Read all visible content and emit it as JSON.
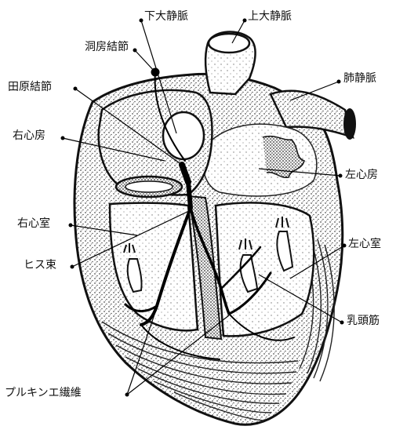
{
  "labels": {
    "inferior_vena_cava": "下大静脈",
    "superior_vena_cava": "上大静脈",
    "sinoatrial_node": "洞房結節",
    "pulmonary_vein": "肺静脈",
    "atrioventricular_node": "田原結節",
    "right_atrium": "右心房",
    "left_atrium": "左心房",
    "right_ventricle": "右心室",
    "left_ventricle": "左心室",
    "bundle_of_his": "ヒス束",
    "papillary_muscle": "乳頭筋",
    "purkinje_fibers": "プルキンエ繊維"
  },
  "colors": {
    "ink": "#111111",
    "paper": "#ffffff",
    "stipple": "#6b6b6b"
  }
}
